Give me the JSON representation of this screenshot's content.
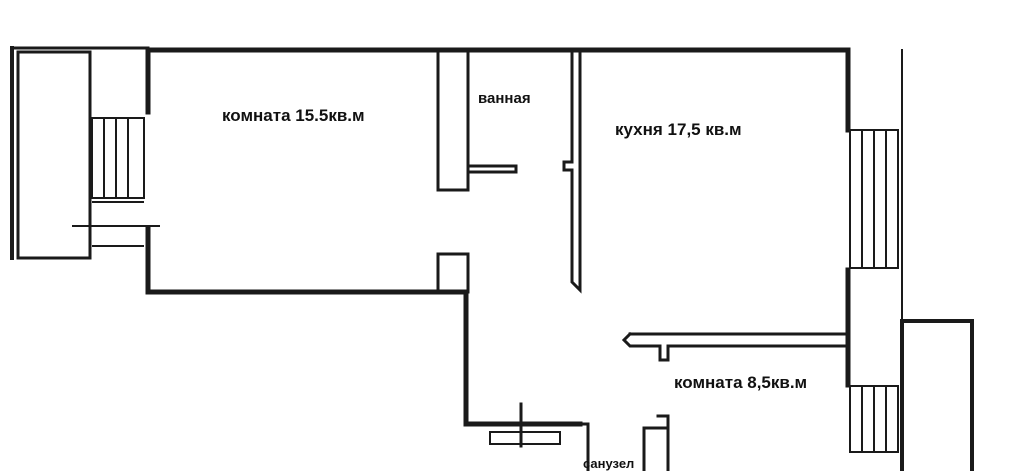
{
  "plan": {
    "colors": {
      "wall": "#1a1a1a",
      "background": "#ffffff",
      "label": "#111111"
    },
    "rooms": {
      "room_large": "комната 15.5кв.м",
      "bathroom": "ванная",
      "kitchen": "кухня 17,5 кв.м",
      "room_small": "комната 8,5кв.м",
      "wc": "санузел"
    }
  }
}
